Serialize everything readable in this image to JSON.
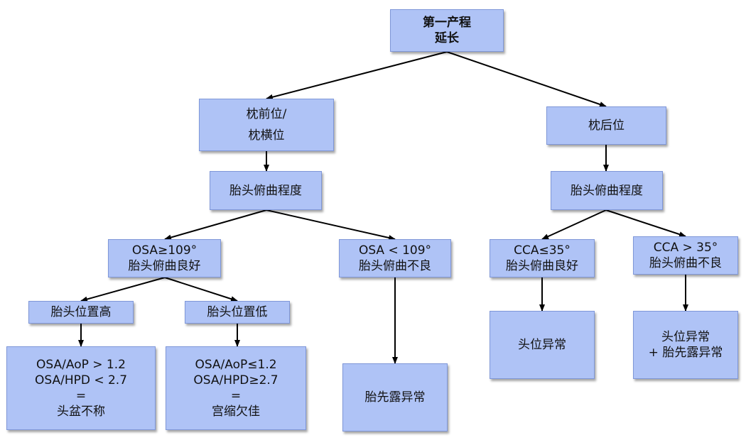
{
  "nodes": {
    "root": {
      "lines": [
        "第一产程",
        "延长"
      ]
    },
    "oa": {
      "lines": [
        "枕前位/",
        "枕横位"
      ]
    },
    "op": {
      "lines": [
        "枕后位"
      ]
    },
    "flex_left": {
      "lines": [
        "胎头俯曲程度"
      ]
    },
    "flex_right": {
      "lines": [
        "胎头俯曲程度"
      ]
    },
    "osa_good": {
      "lines": [
        "OSA≥109°",
        "胎头俯曲良好"
      ]
    },
    "osa_poor": {
      "lines": [
        "OSA < 109°",
        "胎头俯曲不良"
      ]
    },
    "cca_good": {
      "lines": [
        "CCA≤35°",
        "胎头俯曲良好"
      ]
    },
    "cca_poor": {
      "lines": [
        "CCA > 35°",
        "胎头俯曲不良"
      ]
    },
    "station_high": {
      "lines": [
        "胎头位置高"
      ]
    },
    "station_low": {
      "lines": [
        "胎头位置低"
      ]
    },
    "outcome_cpd": {
      "lines": [
        "OSA/AoP > 1.2",
        "OSA/HPD < 2.7",
        "=",
        "头盆不称"
      ]
    },
    "outcome_poor_contraction": {
      "lines": [
        "OSA/AoP≤1.2",
        "OSA/HPD≥2.7",
        "=",
        "宫缩欠佳"
      ]
    },
    "outcome_malpresentation_deflexion": {
      "lines": [
        "胎先露异常"
      ]
    },
    "outcome_malposition": {
      "lines": [
        "头位异常"
      ]
    },
    "outcome_malposition_plus": {
      "lines": [
        "头位异常",
        "+ 胎先露异常"
      ]
    }
  },
  "colors": {
    "node_fill": "#afc3f6",
    "node_border": "#7f97d8",
    "edge": "#000000"
  }
}
